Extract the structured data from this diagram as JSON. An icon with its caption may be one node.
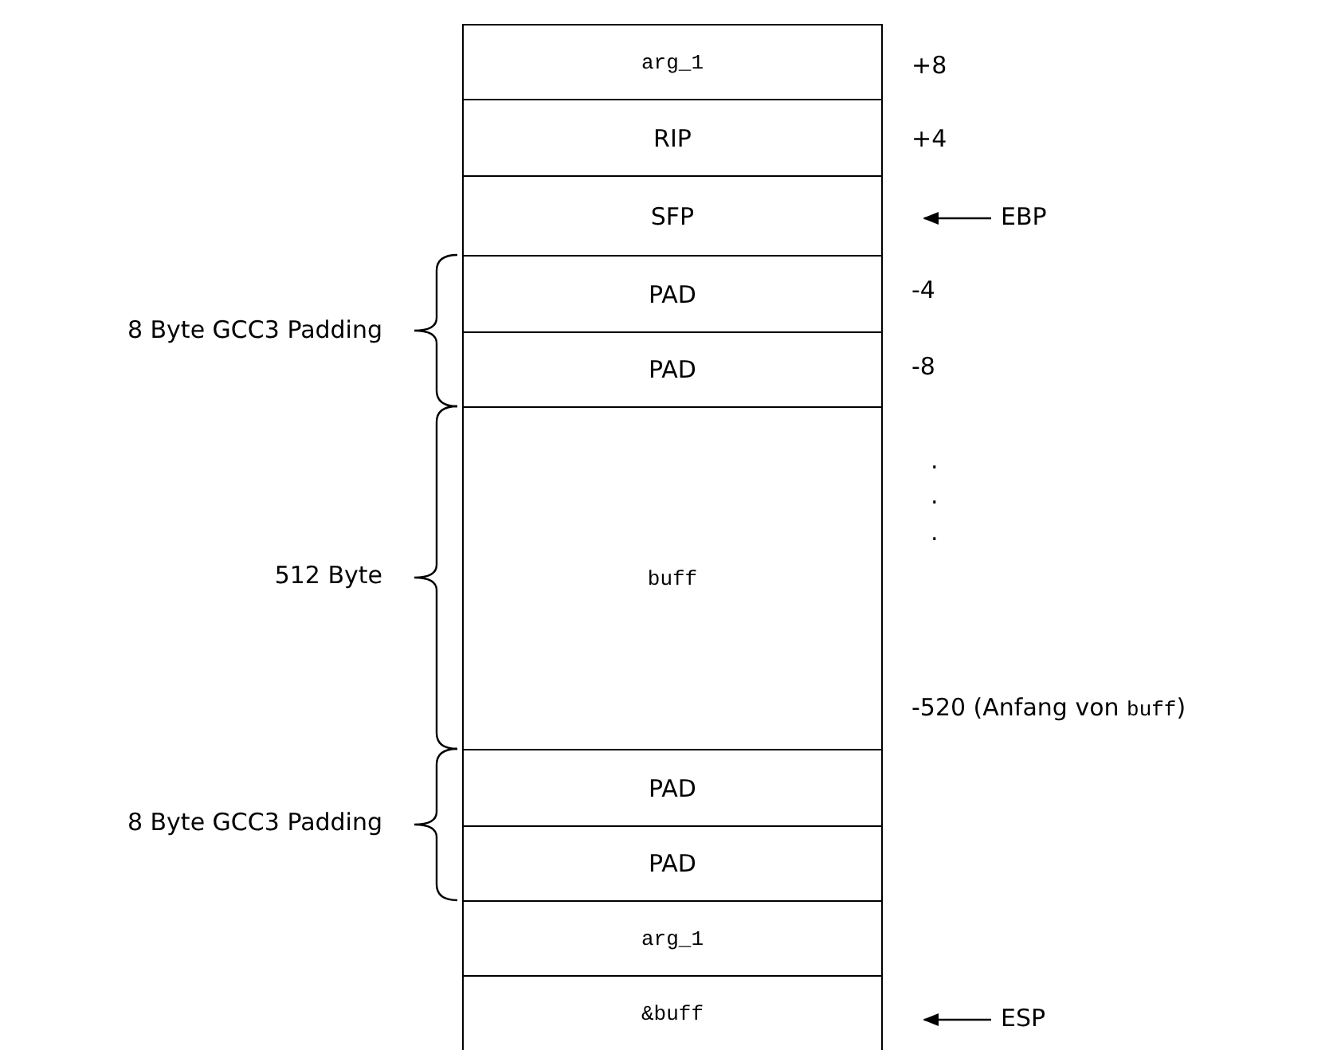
{
  "diagram": {
    "nodes": [
      {
        "text": [
          "arg_1"
        ]
      },
      {
        "text": [
          "RIP"
        ]
      },
      {
        "text": [
          "SFP"
        ]
      },
      {
        "text": [
          "PAD"
        ]
      },
      {
        "text": [
          "PAD"
        ]
      },
      {
        "text": [
          "buff"
        ]
      },
      {
        "text": [
          "PAD"
        ]
      },
      {
        "text": [
          "PAD"
        ]
      },
      {
        "text": [
          "arg_1"
        ]
      },
      {
        "text": [
          "&buff"
        ]
      },
      {
        "text": [
          "EBP"
        ]
      },
      {
        "text": [
          "ESP"
        ]
      }
    ],
    "edges": [
      {
        "from": 10,
        "to": 2,
        "arrow": "to"
      },
      {
        "from": 11,
        "to": 9,
        "arrow": "to"
      }
    ],
    "labels": [
      "+8",
      "+4",
      "8 Byte GCC3 Padding",
      "-4",
      "-8",
      ".",
      ".",
      ".",
      "512 Byte",
      "-520 (Anfang von buff)",
      "8 Byte GCC3 Padding"
    ]
  }
}
